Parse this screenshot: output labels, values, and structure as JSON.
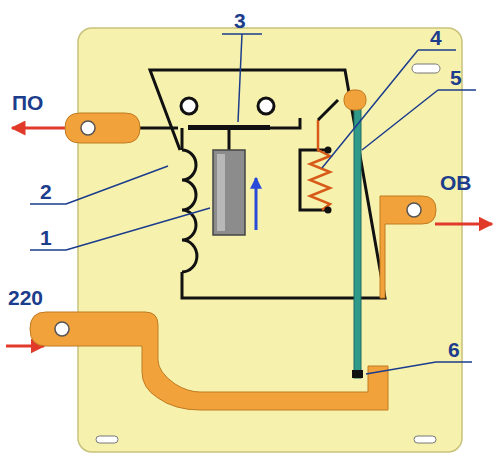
{
  "diagram": {
    "labels": [
      "3",
      "4",
      "5",
      "ПО",
      "2",
      "1",
      "ОВ",
      "220",
      "6"
    ]
  }
}
